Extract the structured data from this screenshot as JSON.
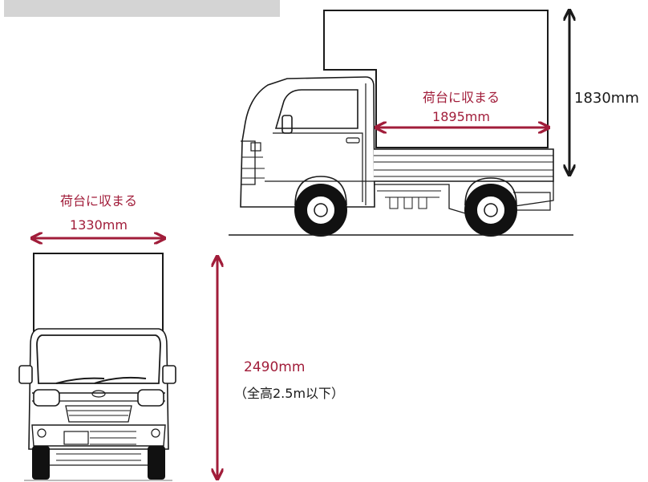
{
  "colors": {
    "dimension_red": "#a11d3a",
    "line_black": "#1a1a1a",
    "top_bar_gray": "#d4d4d4"
  },
  "side_view": {
    "cargo_label": "荷台に収まる",
    "cargo_length": "1895mm",
    "box_height": "1830mm"
  },
  "front_view": {
    "cargo_label": "荷台に収まる",
    "cargo_width": "1330mm",
    "total_height": "2490mm",
    "height_note": "（全高2.5m以下）"
  }
}
